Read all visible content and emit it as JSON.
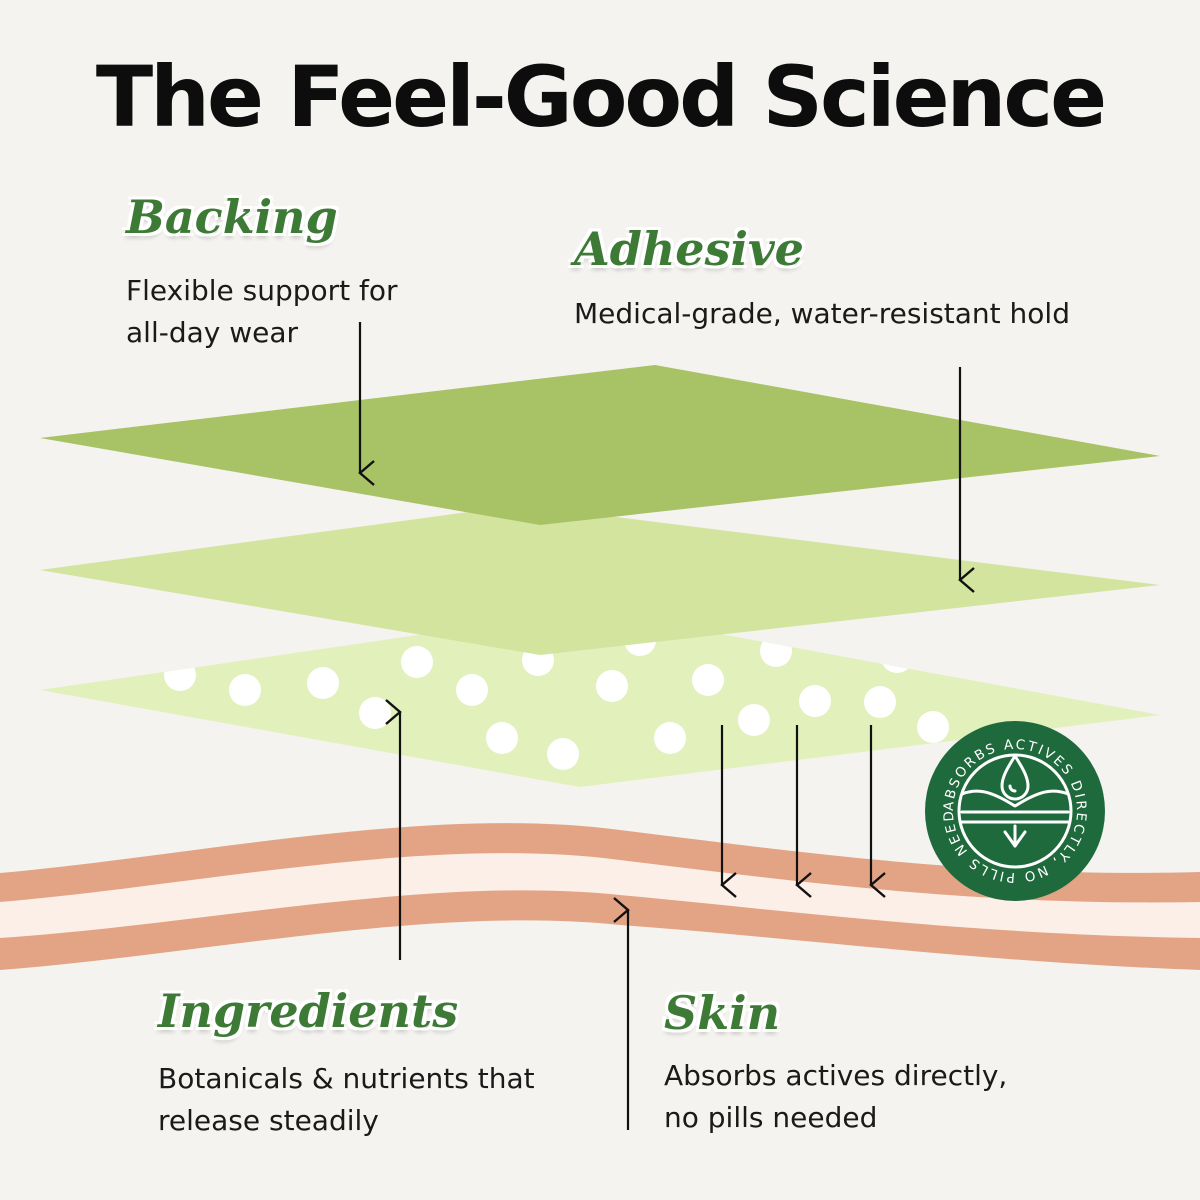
{
  "title": "The Feel-Good Science",
  "colors": {
    "backing_layer": "#a8c266",
    "adhesive_layer": "#d2e49e",
    "ingredients_layer": "#e2f0bc",
    "skin_band": "#e3a485",
    "skin_inner": "#fcefe8",
    "heading_green": "#3c7a35",
    "badge_green": "#1e6a3c"
  },
  "labels": {
    "backing": {
      "heading": "Backing",
      "desc_line1": "Flexible support for",
      "desc_line2": "all-day wear"
    },
    "adhesive": {
      "heading": "Adhesive",
      "desc_line1": "Medical-grade, water-resistant hold"
    },
    "ingredients": {
      "heading": "Ingredients",
      "desc_line1": "Botanicals & nutrients that",
      "desc_line2": "release steadily"
    },
    "skin": {
      "heading": "Skin",
      "desc_line1": "Absorbs actives directly,",
      "desc_line2": "no pills needed"
    }
  },
  "badge": {
    "text": "ABSORBS ACTIVES DIRECTLY, NO PILLS NEEDED",
    "icon": "water-drop-skin-absorb-icon"
  }
}
